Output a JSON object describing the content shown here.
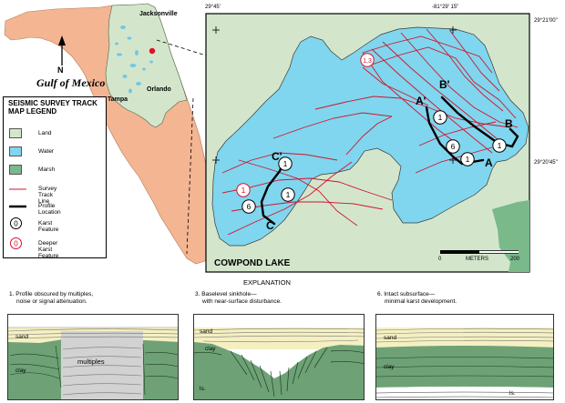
{
  "colors": {
    "land": "#d3e6cc",
    "water": "#7fd6ee",
    "marsh": "#79b98a",
    "florida": "#f3b592",
    "survey": "#d0142c",
    "sand": "#f5f0c2",
    "clay": "#6ea276",
    "multiples": "#d2d2d2"
  },
  "inset_map": {
    "labels": {
      "jacksonville": "Jacksonville",
      "orlando": "Orlando",
      "tampa": "Tampa",
      "north": "N",
      "gulf": "Gulf of Mexico"
    }
  },
  "legend": {
    "title_line1": "SEISMIC SURVEY TRACK",
    "title_line2": "MAP LEGEND",
    "items": [
      {
        "label": "Land",
        "kind": "land-swatch"
      },
      {
        "label": "Water",
        "kind": "water-swatch"
      },
      {
        "label": "Marsh",
        "kind": "marsh-swatch"
      },
      {
        "label": "Survey Track Line",
        "kind": "survey-line"
      },
      {
        "label": "Profile Location",
        "kind": "profile-line"
      },
      {
        "label": "Karst Feature",
        "kind": "karst-circle",
        "glyph": "0"
      },
      {
        "label": "Deeper Karst Feature",
        "kind": "deep-karst-circle",
        "glyph": "0"
      }
    ]
  },
  "lake_map": {
    "coords": {
      "top_left": "29°45'",
      "top_right": "-81°29' 15\"",
      "right_top": "29°21'00\"",
      "right_bottom": "29°20'45\""
    },
    "name": "COWPOND LAKE",
    "scale": {
      "zero": "0",
      "unit": "METERS",
      "max": "200"
    },
    "profile_labels": [
      "A",
      "A'",
      "B",
      "B'",
      "C",
      "C'"
    ],
    "markers": [
      {
        "text": "1,3",
        "deep": true
      },
      {
        "text": "1",
        "deep": false
      },
      {
        "text": "6",
        "deep": false
      },
      {
        "text": "1",
        "deep": false
      },
      {
        "text": "1",
        "deep": false
      },
      {
        "text": "1",
        "deep": false
      },
      {
        "text": "1",
        "deep": true
      },
      {
        "text": "6",
        "deep": false
      },
      {
        "text": "1",
        "deep": false
      }
    ]
  },
  "explanation": {
    "heading": "EXPLANATION",
    "panels": [
      {
        "title_line1": "1. Profile obscured by multiples,",
        "title_line2": "noise or signal attenuation.",
        "labels": {
          "sand": "sand",
          "clay": "clay",
          "multiples": "multiples"
        }
      },
      {
        "title_line1": "3. Baselevel sinkhole—",
        "title_line2": "with near-surface disturbance.",
        "labels": {
          "sand": "sand",
          "clay": "clay",
          "ls": "ls."
        }
      },
      {
        "title_line1": "6. Intact subsurface—",
        "title_line2": "minimal karst development.",
        "labels": {
          "sand": "sand",
          "clay": "clay",
          "ls": "ls."
        }
      }
    ]
  }
}
